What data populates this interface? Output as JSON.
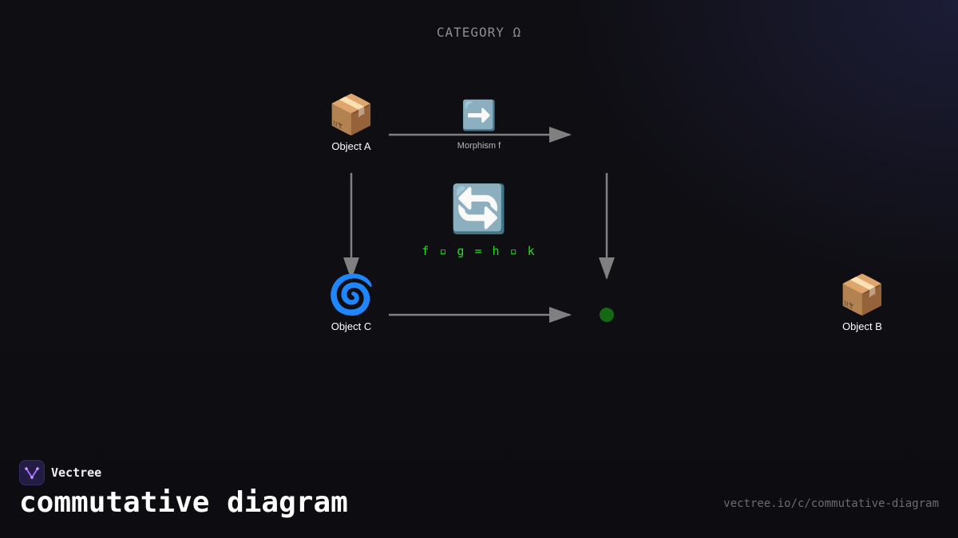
{
  "diagram": {
    "category_title": "CATEGORY Ω",
    "nodes": {
      "a": {
        "icon": "package-icon",
        "glyph": "📦",
        "label": "Object A"
      },
      "b": {
        "icon": "package-icon",
        "glyph": "📦",
        "label": "Object B"
      },
      "c": {
        "icon": "cyclone-icon",
        "glyph": "🌀",
        "label": "Object C"
      }
    },
    "morphism_f": {
      "icon": "right-arrow-icon",
      "glyph": "➡️",
      "label": "Morphism f"
    },
    "center": {
      "icon": "cycle-arrows-icon",
      "glyph": "🔄",
      "equation": "f ▫ g = h ▫ k"
    },
    "colors": {
      "arrow": "#808080",
      "equation": "#22dd22",
      "dot": "#156915"
    }
  },
  "brand": {
    "name": "Vectree",
    "logo_icon": "vectree-logo-icon"
  },
  "page": {
    "title": "commutative diagram",
    "url": "vectree.io/c/commutative-diagram"
  }
}
